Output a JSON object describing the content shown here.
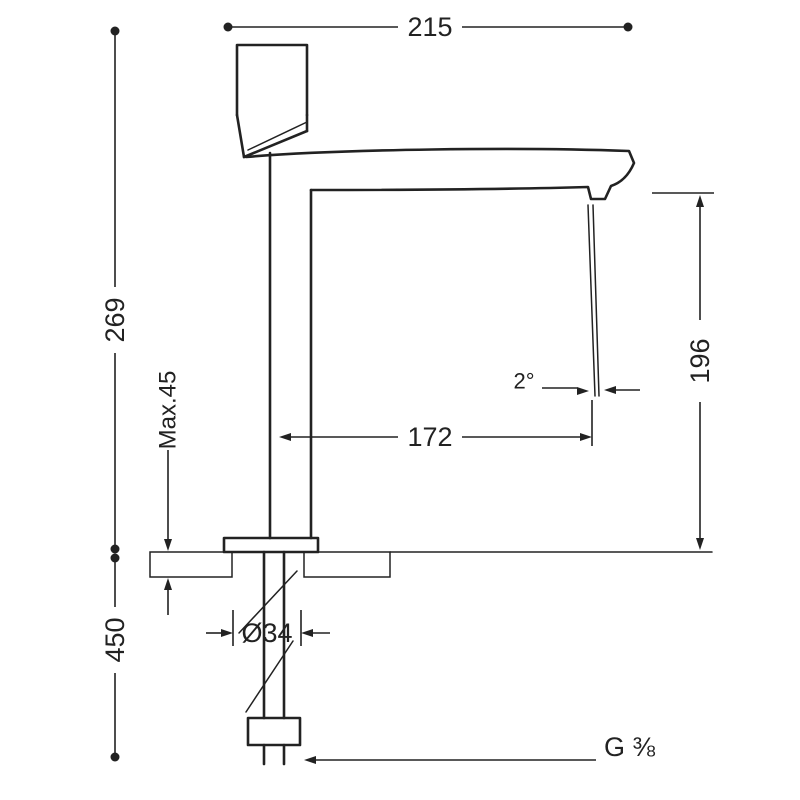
{
  "drawing": {
    "colors": {
      "line": "#222222",
      "background": "#ffffff"
    },
    "labels": {
      "overall_depth": "215",
      "height_above_deck": "269",
      "max_deck_thickness": "Max.45",
      "below_deck_length": "450",
      "spout_reach": "172",
      "spout_height": "196",
      "stream_angle": "2°",
      "hole_diameter": "Ø34",
      "thread": "G ⅜"
    }
  }
}
